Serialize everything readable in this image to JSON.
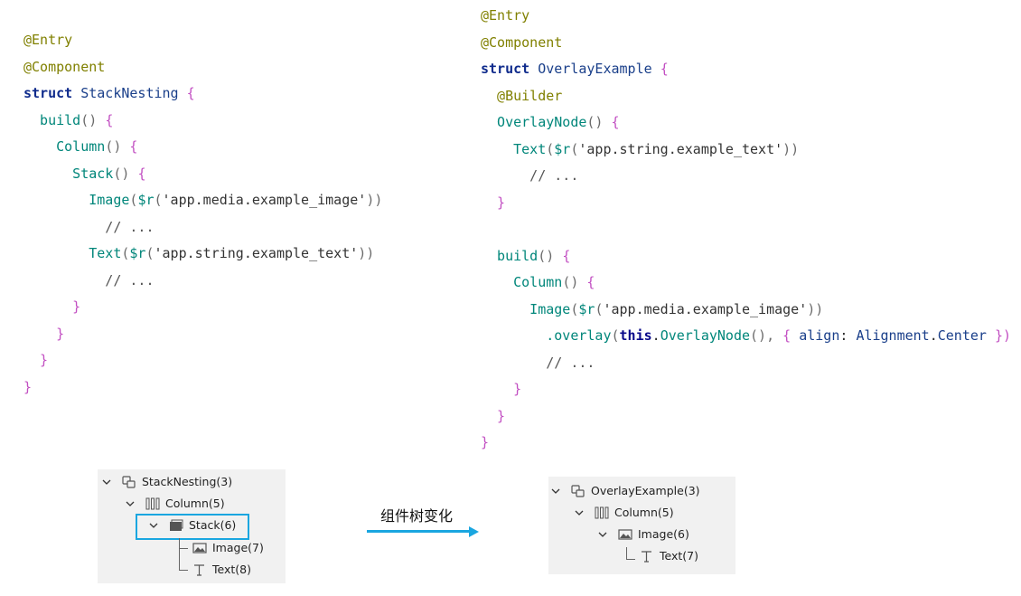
{
  "left_code": {
    "lines": [
      [
        {
          "t": "@Entry",
          "c": "ann"
        }
      ],
      [
        {
          "t": "@Component",
          "c": "ann"
        }
      ],
      [
        {
          "t": "struct ",
          "c": "kw"
        },
        {
          "t": "StackNesting ",
          "c": "id"
        },
        {
          "t": "{",
          "c": "brace"
        }
      ],
      [
        {
          "t": "  build",
          "c": "fn"
        },
        {
          "t": "() ",
          "c": "paren"
        },
        {
          "t": "{",
          "c": "brace"
        }
      ],
      [
        {
          "t": "    Column",
          "c": "fn"
        },
        {
          "t": "() ",
          "c": "paren"
        },
        {
          "t": "{",
          "c": "brace"
        }
      ],
      [
        {
          "t": "      Stack",
          "c": "fn"
        },
        {
          "t": "() ",
          "c": "paren"
        },
        {
          "t": "{",
          "c": "brace"
        }
      ],
      [
        {
          "t": "        Image",
          "c": "fn"
        },
        {
          "t": "(",
          "c": "paren"
        },
        {
          "t": "$r",
          "c": "fn"
        },
        {
          "t": "(",
          "c": "paren"
        },
        {
          "t": "'app.media.example_image'",
          "c": "dark"
        },
        {
          "t": "))",
          "c": "paren"
        }
      ],
      [
        {
          "t": "          // ...",
          "c": "comment"
        }
      ],
      [
        {
          "t": "        Text",
          "c": "fn"
        },
        {
          "t": "(",
          "c": "paren"
        },
        {
          "t": "$r",
          "c": "fn"
        },
        {
          "t": "(",
          "c": "paren"
        },
        {
          "t": "'app.string.example_text'",
          "c": "dark"
        },
        {
          "t": "))",
          "c": "paren"
        }
      ],
      [
        {
          "t": "          // ...",
          "c": "comment"
        }
      ],
      [
        {
          "t": "      }",
          "c": "brace"
        }
      ],
      [
        {
          "t": "    }",
          "c": "brace"
        }
      ],
      [
        {
          "t": "  }",
          "c": "brace"
        }
      ],
      [
        {
          "t": "}",
          "c": "brace"
        }
      ]
    ]
  },
  "right_code": {
    "lines": [
      [
        {
          "t": "@Entry",
          "c": "ann"
        }
      ],
      [
        {
          "t": "@Component",
          "c": "ann"
        }
      ],
      [
        {
          "t": "struct ",
          "c": "kw"
        },
        {
          "t": "OverlayExample ",
          "c": "id"
        },
        {
          "t": "{",
          "c": "brace"
        }
      ],
      [
        {
          "t": "  @Builder",
          "c": "ann"
        }
      ],
      [
        {
          "t": "  OverlayNode",
          "c": "fn"
        },
        {
          "t": "() ",
          "c": "paren"
        },
        {
          "t": "{",
          "c": "brace"
        }
      ],
      [
        {
          "t": "    Text",
          "c": "fn"
        },
        {
          "t": "(",
          "c": "paren"
        },
        {
          "t": "$r",
          "c": "fn"
        },
        {
          "t": "(",
          "c": "paren"
        },
        {
          "t": "'app.string.example_text'",
          "c": "dark"
        },
        {
          "t": "))",
          "c": "paren"
        }
      ],
      [
        {
          "t": "      // ...",
          "c": "comment"
        }
      ],
      [
        {
          "t": "  }",
          "c": "brace"
        }
      ],
      [
        {
          "t": "",
          "c": "plain"
        }
      ],
      [
        {
          "t": "  build",
          "c": "fn"
        },
        {
          "t": "() ",
          "c": "paren"
        },
        {
          "t": "{",
          "c": "brace"
        }
      ],
      [
        {
          "t": "    Column",
          "c": "fn"
        },
        {
          "t": "() ",
          "c": "paren"
        },
        {
          "t": "{",
          "c": "brace"
        }
      ],
      [
        {
          "t": "      Image",
          "c": "fn"
        },
        {
          "t": "(",
          "c": "paren"
        },
        {
          "t": "$r",
          "c": "fn"
        },
        {
          "t": "(",
          "c": "paren"
        },
        {
          "t": "'app.media.example_image'",
          "c": "dark"
        },
        {
          "t": "))",
          "c": "paren"
        }
      ],
      [
        {
          "t": "        .overlay",
          "c": "fn"
        },
        {
          "t": "(",
          "c": "paren"
        },
        {
          "t": "this",
          "c": "this"
        },
        {
          "t": ".",
          "c": "dot"
        },
        {
          "t": "OverlayNode",
          "c": "fn"
        },
        {
          "t": "(), ",
          "c": "paren"
        },
        {
          "t": "{ ",
          "c": "brace"
        },
        {
          "t": "align",
          "c": "id"
        },
        {
          "t": ": ",
          "c": "plain"
        },
        {
          "t": "Alignment",
          "c": "id"
        },
        {
          "t": ".",
          "c": "dot"
        },
        {
          "t": "Center ",
          "c": "id"
        },
        {
          "t": "})",
          "c": "brace"
        }
      ],
      [
        {
          "t": "        // ...",
          "c": "comment"
        }
      ],
      [
        {
          "t": "    }",
          "c": "brace"
        }
      ],
      [
        {
          "t": "  }",
          "c": "brace"
        }
      ],
      [
        {
          "t": "}",
          "c": "brace"
        }
      ]
    ]
  },
  "left_tree": {
    "root": "StackNesting(3)",
    "column": "Column(5)",
    "stack": "Stack(6)",
    "image": "Image(7)",
    "text": "Text(8)"
  },
  "right_tree": {
    "root": "OverlayExample(3)",
    "column": "Column(5)",
    "image": "Image(6)",
    "text": "Text(7)"
  },
  "arrow": {
    "label": "组件树变化"
  },
  "colors": {
    "highlight": "#1aa6e0",
    "arrow": "#1aa6e0",
    "panel_bg": "#f1f1f1"
  }
}
